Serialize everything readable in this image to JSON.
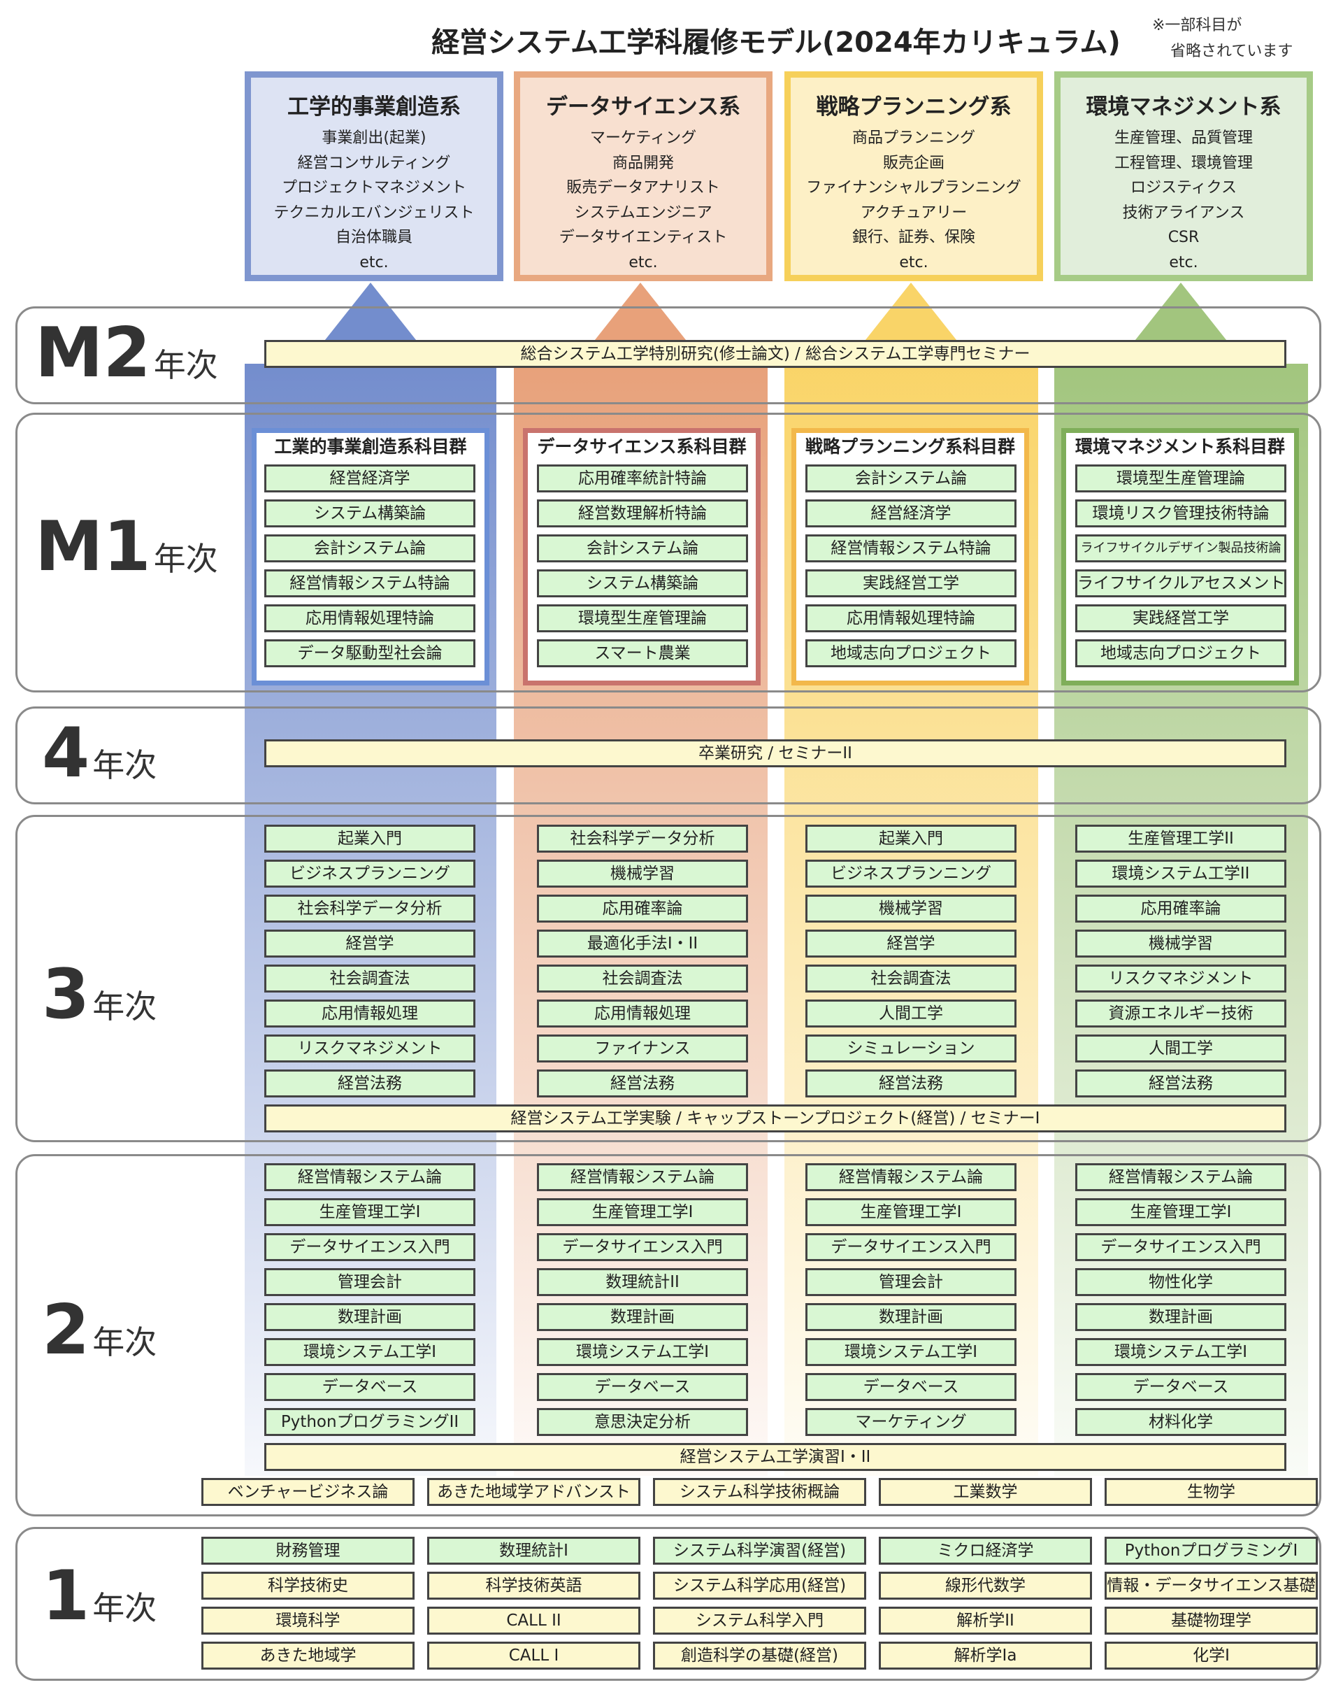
{
  "title": "経営システム工学科履修モデル(2024年カリキュラム)",
  "note": [
    "※一部科目が",
    "省略されています"
  ],
  "careers": [
    {
      "title": "工学的事業創造系",
      "lines": [
        "事業創出(起業)",
        "経営コンサルティング",
        "プロジェクトマネジメント",
        "テクニカルエバンジェリスト",
        "自治体職員",
        "etc."
      ]
    },
    {
      "title": "データサイエンス系",
      "lines": [
        "マーケティング",
        "商品開発",
        "販売データアナリスト",
        "システムエンジニア",
        "データサイエンティスト",
        "etc."
      ]
    },
    {
      "title": "戦略プランニング系",
      "lines": [
        "商品プランニング",
        "販売企画",
        "ファイナンシャルプランニング",
        "アクチュアリー",
        "銀行、証券、保険",
        "etc."
      ]
    },
    {
      "title": "環境マネジメント系",
      "lines": [
        "生産管理、品質管理",
        "工程管理、環境管理",
        "ロジスティクス",
        "技術アライアンス",
        "CSR",
        "etc."
      ]
    }
  ],
  "years": {
    "m2": {
      "num": "M2",
      "suffix": "年次"
    },
    "m1": {
      "num": "M1",
      "suffix": "年次"
    },
    "y4": {
      "num": "4",
      "suffix": "年次"
    },
    "y3": {
      "num": "3",
      "suffix": "年次"
    },
    "y2": {
      "num": "2",
      "suffix": "年次"
    },
    "y1": {
      "num": "1",
      "suffix": "年次"
    }
  },
  "m2_common": "総合システム工学特別研究(修士論文) / 総合システム工学専門セミナー",
  "m1_groups": [
    {
      "title": "工業的事業創造系科目群",
      "courses": [
        "経営経済学",
        "システム構築論",
        "会計システム論",
        "経営情報システム特論",
        "応用情報処理特論",
        "データ駆動型社会論"
      ]
    },
    {
      "title": "データサイエンス系科目群",
      "courses": [
        "応用確率統計特論",
        "経営数理解析特論",
        "会計システム論",
        "システム構築論",
        "環境型生産管理論",
        "スマート農業"
      ]
    },
    {
      "title": "戦略プランニング系科目群",
      "courses": [
        "会計システム論",
        "経営経済学",
        "経営情報システム特論",
        "実践経営工学",
        "応用情報処理特論",
        "地域志向プロジェクト"
      ]
    },
    {
      "title": "環境マネジメント系科目群",
      "courses": [
        "環境型生産管理論",
        "環境リスク管理技術特論",
        "ライフサイクルデザイン製品技術論",
        "ライフサイクルアセスメント",
        "実践経営工学",
        "地域志向プロジェクト"
      ]
    }
  ],
  "y4_common": "卒業研究 / セミナーII",
  "y3_columns": [
    [
      "起業入門",
      "ビジネスプランニング",
      "社会科学データ分析",
      "経営学",
      "社会調査法",
      "応用情報処理",
      "リスクマネジメント",
      "経営法務"
    ],
    [
      "社会科学データ分析",
      "機械学習",
      "応用確率論",
      "最適化手法I・II",
      "社会調査法",
      "応用情報処理",
      "ファイナンス",
      "経営法務"
    ],
    [
      "起業入門",
      "ビジネスプランニング",
      "機械学習",
      "経営学",
      "社会調査法",
      "人間工学",
      "シミュレーション",
      "経営法務"
    ],
    [
      "生産管理工学II",
      "環境システム工学II",
      "応用確率論",
      "機械学習",
      "リスクマネジメント",
      "資源エネルギー技術",
      "人間工学",
      "経営法務"
    ]
  ],
  "y3_common": "経営システム工学実験 / キャップストーンプロジェクト(経営) / セミナーI",
  "y2_columns": [
    [
      "経営情報システム論",
      "生産管理工学I",
      "データサイエンス入門",
      "管理会計",
      "数理計画",
      "環境システム工学I",
      "データベース",
      "PythonプログラミングII"
    ],
    [
      "経営情報システム論",
      "生産管理工学I",
      "データサイエンス入門",
      "数理統計II",
      "数理計画",
      "環境システム工学I",
      "データベース",
      "意思決定分析"
    ],
    [
      "経営情報システム論",
      "生産管理工学I",
      "データサイエンス入門",
      "管理会計",
      "数理計画",
      "環境システム工学I",
      "データベース",
      "マーケティング"
    ],
    [
      "経営情報システム論",
      "生産管理工学I",
      "データサイエンス入門",
      "物性化学",
      "数理計画",
      "環境システム工学I",
      "データベース",
      "材料化学"
    ]
  ],
  "y2_common": "経営システム工学演習I・II",
  "y2_extra": [
    "ベンチャービジネス論",
    "あきた地域学アドバンスト",
    "システム科学技術概論",
    "工業数学",
    "生物学"
  ],
  "y1_rows": [
    [
      "財務管理",
      "数理統計I",
      "システム科学演習(経営)",
      "ミクロ経済学",
      "PythonプログラミングI"
    ],
    [
      "科学技術史",
      "科学技術英語",
      "システム科学応用(経営)",
      "線形代数学",
      "情報・データサイエンス基礎"
    ],
    [
      "環境科学",
      "CALL II",
      "システム科学入門",
      "解析学II",
      "基礎物理学"
    ],
    [
      "あきた地域学",
      "CALL I",
      "創造科学の基礎(経営)",
      "解析学Ia",
      "化学I"
    ]
  ],
  "y1_green": [
    [
      "財務管理",
      "数理統計I",
      "システム科学演習(経営)",
      "ミクロ経済学",
      "PythonプログラミングI"
    ]
  ],
  "colors": {
    "blue": "#5b79c4",
    "orange": "#e5976c",
    "yellow": "#f9d260",
    "green": "#98bf70",
    "course_green": "#d9f7d3",
    "course_yellow": "#fdf8cf"
  }
}
